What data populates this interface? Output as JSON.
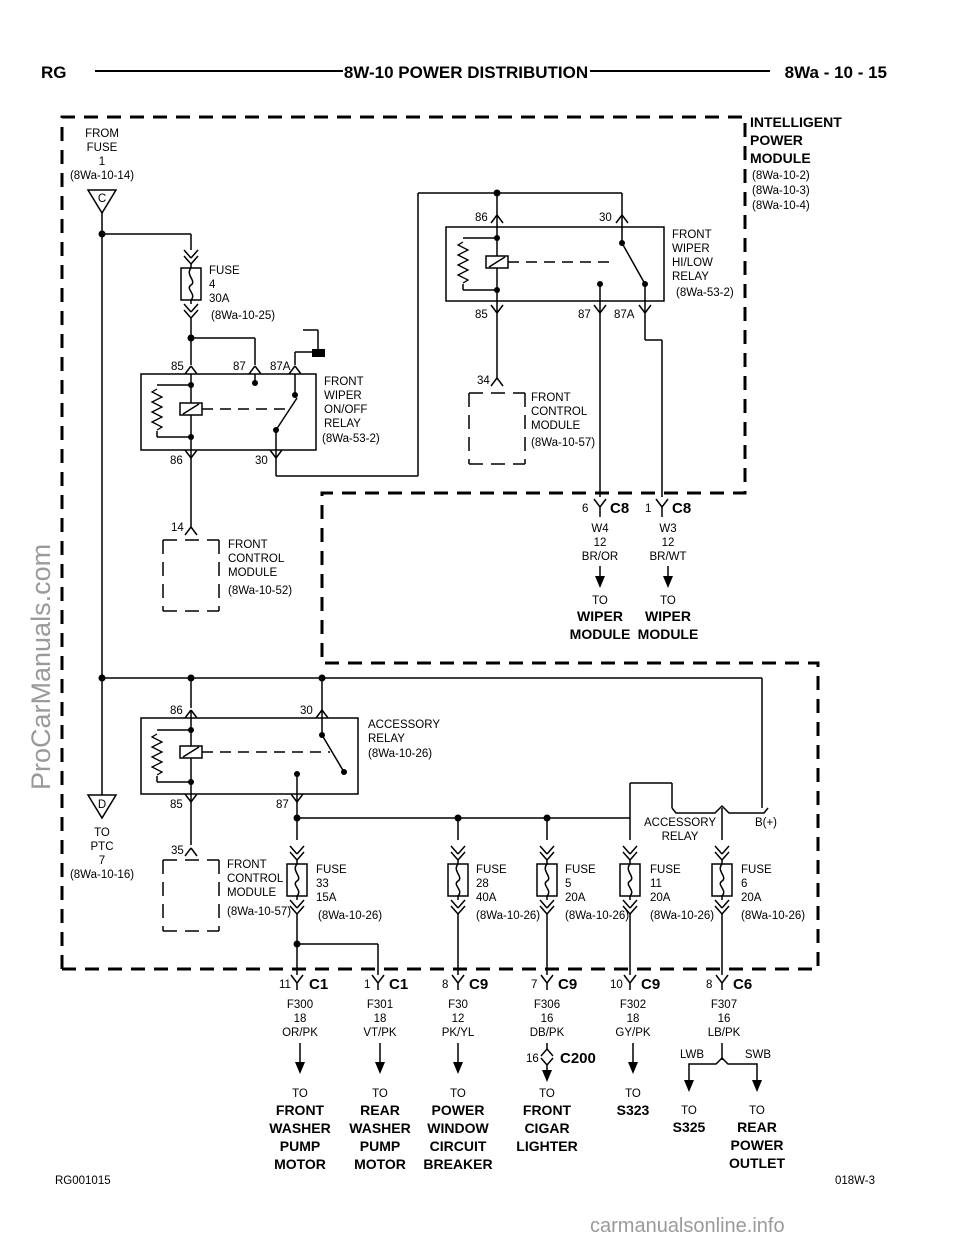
{
  "header": {
    "left": "RG",
    "title": "8W-10 POWER DISTRIBUTION",
    "right": "8Wa - 10 - 15"
  },
  "footer": {
    "left": "RG001015",
    "right": "018W-3"
  },
  "watermarks": {
    "side": "ProCarManuals.com",
    "bottom": "carmanualsonline.info"
  },
  "ipm": {
    "title": [
      "INTELLIGENT",
      "POWER",
      "MODULE"
    ],
    "refs": [
      "(8Wa-10-2)",
      "(8Wa-10-3)",
      "(8Wa-10-4)"
    ]
  },
  "source_c": {
    "lines": [
      "FROM",
      "FUSE",
      "1",
      "(8Wa-10-14)"
    ],
    "letter": "C"
  },
  "dest_d": {
    "letter": "D",
    "lines": [
      "TO",
      "PTC",
      "7",
      "(8Wa-10-16)"
    ]
  },
  "fuse4": {
    "lines": [
      "FUSE",
      "4",
      "30A"
    ],
    "ref": "(8Wa-10-25)"
  },
  "onoff_relay": {
    "pins": {
      "p85": "85",
      "p87": "87",
      "p87a": "87A",
      "p86": "86",
      "p30": "30"
    },
    "label": [
      "FRONT",
      "WIPER",
      "ON/OFF",
      "RELAY"
    ],
    "ref": "(8Wa-53-2)"
  },
  "fcm_top": {
    "pin": "34",
    "label": [
      "FRONT",
      "CONTROL",
      "MODULE"
    ],
    "ref": "(8Wa-10-57)"
  },
  "fcm_mid": {
    "pin": "14",
    "label": [
      "FRONT",
      "CONTROL",
      "MODULE"
    ],
    "ref": "(8Wa-10-52)"
  },
  "fcm_bot": {
    "pin": "35",
    "label": [
      "FRONT",
      "CONTROL",
      "MODULE"
    ],
    "ref": "(8Wa-10-57)"
  },
  "hilow_relay": {
    "pins": {
      "p86": "86",
      "p30": "30",
      "p85": "85",
      "p87": "87",
      "p87a": "87A"
    },
    "label": [
      "FRONT",
      "WIPER",
      "HI/LOW",
      "RELAY"
    ],
    "ref": "(8Wa-53-2)"
  },
  "wiper_outputs": [
    {
      "pin": "6",
      "conn": "C8",
      "wire": "W4",
      "gauge": "12",
      "color": "BR/OR",
      "to": "TO",
      "dest": [
        "WIPER",
        "MODULE"
      ]
    },
    {
      "pin": "1",
      "conn": "C8",
      "wire": "W3",
      "gauge": "12",
      "color": "BR/WT",
      "to": "TO",
      "dest": [
        "WIPER",
        "MODULE"
      ]
    }
  ],
  "acc_relay": {
    "pins": {
      "p86": "86",
      "p30": "30",
      "p85": "85",
      "p87": "87"
    },
    "label": [
      "ACCESSORY",
      "RELAY"
    ],
    "ref": "(8Wa-10-26)"
  },
  "acc_switch": {
    "label": [
      "ACCESSORY",
      "RELAY"
    ],
    "b": "B(+)"
  },
  "fuses": [
    {
      "lines": [
        "FUSE",
        "33",
        "15A"
      ],
      "ref": "(8Wa-10-26)"
    },
    {
      "lines": [
        "FUSE",
        "28",
        "40A"
      ],
      "ref": "(8Wa-10-26)"
    },
    {
      "lines": [
        "FUSE",
        "5",
        "20A"
      ],
      "ref": "(8Wa-10-26)"
    },
    {
      "lines": [
        "FUSE",
        "11",
        "20A"
      ],
      "ref": "(8Wa-10-26)"
    },
    {
      "lines": [
        "FUSE",
        "6",
        "20A"
      ],
      "ref": "(8Wa-10-26)"
    }
  ],
  "outputs": [
    {
      "pin": "11",
      "conn": "C1",
      "wire": "F300",
      "gauge": "18",
      "color": "OR/PK",
      "to": "TO",
      "dest": [
        "FRONT",
        "WASHER",
        "PUMP",
        "MOTOR"
      ]
    },
    {
      "pin": "1",
      "conn": "C1",
      "wire": "F301",
      "gauge": "18",
      "color": "VT/PK",
      "to": "TO",
      "dest": [
        "REAR",
        "WASHER",
        "PUMP",
        "MOTOR"
      ]
    },
    {
      "pin": "8",
      "conn": "C9",
      "wire": "F30",
      "gauge": "12",
      "color": "PK/YL",
      "to": "TO",
      "dest": [
        "POWER",
        "WINDOW",
        "CIRCUIT",
        "BREAKER"
      ]
    },
    {
      "pin": "7",
      "conn": "C9",
      "wire": "F306",
      "gauge": "16",
      "color": "DB/PK",
      "to": "TO",
      "dest": [
        "FRONT",
        "CIGAR",
        "LIGHTER"
      ]
    },
    {
      "pin": "10",
      "conn": "C9",
      "wire": "F302",
      "gauge": "18",
      "color": "GY/PK",
      "to": "TO",
      "dest": [
        "S323"
      ]
    },
    {
      "pin": "8",
      "conn": "C6",
      "wire": "F307",
      "gauge": "16",
      "color": "LB/PK"
    }
  ],
  "c200": {
    "pin": "16",
    "conn": "C200"
  },
  "split": {
    "lwb": "LWB",
    "swb": "SWB",
    "left": {
      "to": "TO",
      "dest": [
        "S325"
      ]
    },
    "right": {
      "to": "TO",
      "dest": [
        "REAR",
        "POWER",
        "OUTLET"
      ]
    }
  }
}
